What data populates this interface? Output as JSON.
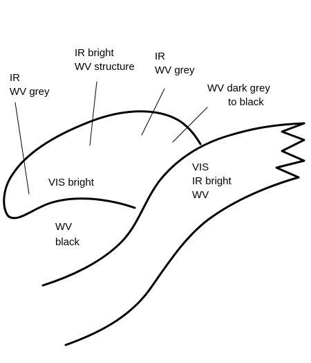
{
  "diagram": {
    "labels": {
      "top_left_1": "IR",
      "top_left_2": "WV  grey",
      "top_mid_1": "IR bright",
      "top_mid_2": "WV structure",
      "top_right_1": "IR",
      "top_right_2": "WV  grey",
      "far_right_1": "WV dark grey",
      "far_right_2": "to black",
      "center_left": "VIS bright",
      "center_right_1": "VIS",
      "center_right_2": "IR   bright",
      "center_right_3": "WV",
      "bottom_left_1": "WV",
      "bottom_left_2": "black"
    }
  }
}
